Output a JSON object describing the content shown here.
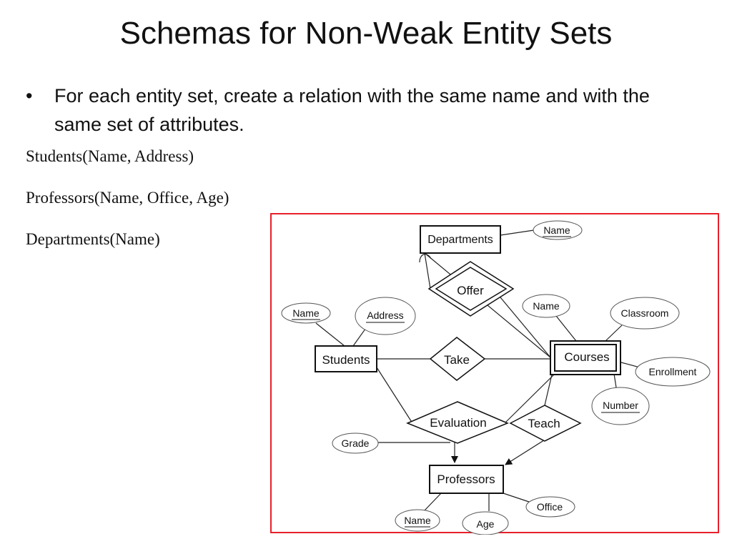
{
  "slide": {
    "title": "Schemas for Non-Weak Entity Sets",
    "bullet": "For each entity set, create a relation with the same name and with the same set of attributes.",
    "bullet_marker": "•",
    "schemas": [
      "Students(Name, Address)",
      "Professors(Name, Office, Age)",
      "Departments(Name)"
    ]
  },
  "diagram": {
    "border_color": "#e8202a",
    "entities": {
      "departments": "Departments",
      "students": "Students",
      "courses": "Courses",
      "professors": "Professors"
    },
    "relationships": {
      "offer": "Offer",
      "take": "Take",
      "evaluation": "Evaluation",
      "teach": "Teach"
    },
    "attributes": {
      "dept_name": "Name",
      "student_name": "Name",
      "student_address": "Address",
      "course_name": "Name",
      "classroom": "Classroom",
      "enrollment": "Enrollment",
      "number": "Number",
      "grade": "Grade",
      "prof_name": "Name",
      "age": "Age",
      "office": "Office"
    }
  }
}
